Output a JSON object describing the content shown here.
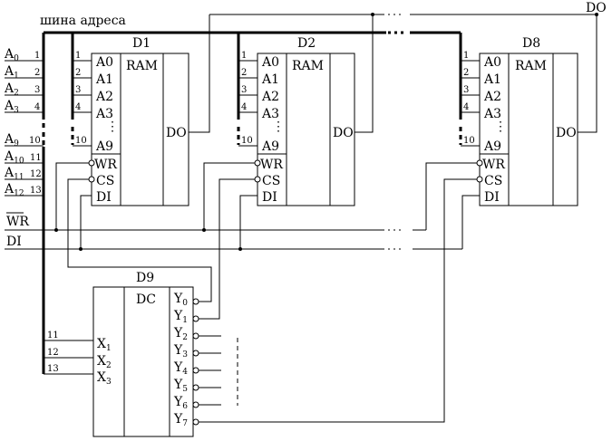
{
  "bus_label": "шина адреса",
  "do_label": "DO",
  "address_inputs": [
    {
      "base": "A",
      "sub": "0",
      "pin": "1"
    },
    {
      "base": "A",
      "sub": "1",
      "pin": "2"
    },
    {
      "base": "A",
      "sub": "2",
      "pin": "3"
    },
    {
      "base": "A",
      "sub": "3",
      "pin": "4"
    },
    {
      "base": "A",
      "sub": "9",
      "pin": "10"
    },
    {
      "base": "A",
      "sub": "10",
      "pin": "11"
    },
    {
      "base": "A",
      "sub": "11",
      "pin": "12"
    },
    {
      "base": "A",
      "sub": "12",
      "pin": "13"
    }
  ],
  "wr_label": "WR",
  "di_label": "DI",
  "ram_chips": [
    {
      "name": "D1",
      "type": "RAM"
    },
    {
      "name": "D2",
      "type": "RAM"
    },
    {
      "name": "D8",
      "type": "RAM"
    }
  ],
  "ram_pins": {
    "address": [
      "A0",
      "A1",
      "A2",
      "A3",
      "A9"
    ],
    "address_numbers": [
      "1",
      "2",
      "3",
      "4",
      "10"
    ],
    "control": [
      "WR",
      "CS",
      "DI"
    ],
    "output": "DO"
  },
  "decoder": {
    "name": "D9",
    "type": "DC",
    "inputs": [
      {
        "base": "X",
        "sub": "1",
        "pin": "11"
      },
      {
        "base": "X",
        "sub": "2",
        "pin": "12"
      },
      {
        "base": "X",
        "sub": "3",
        "pin": "13"
      }
    ],
    "outputs": [
      {
        "base": "Y",
        "sub": "0"
      },
      {
        "base": "Y",
        "sub": "1"
      },
      {
        "base": "Y",
        "sub": "2"
      },
      {
        "base": "Y",
        "sub": "3"
      },
      {
        "base": "Y",
        "sub": "4"
      },
      {
        "base": "Y",
        "sub": "5"
      },
      {
        "base": "Y",
        "sub": "6"
      },
      {
        "base": "Y",
        "sub": "7"
      }
    ]
  }
}
